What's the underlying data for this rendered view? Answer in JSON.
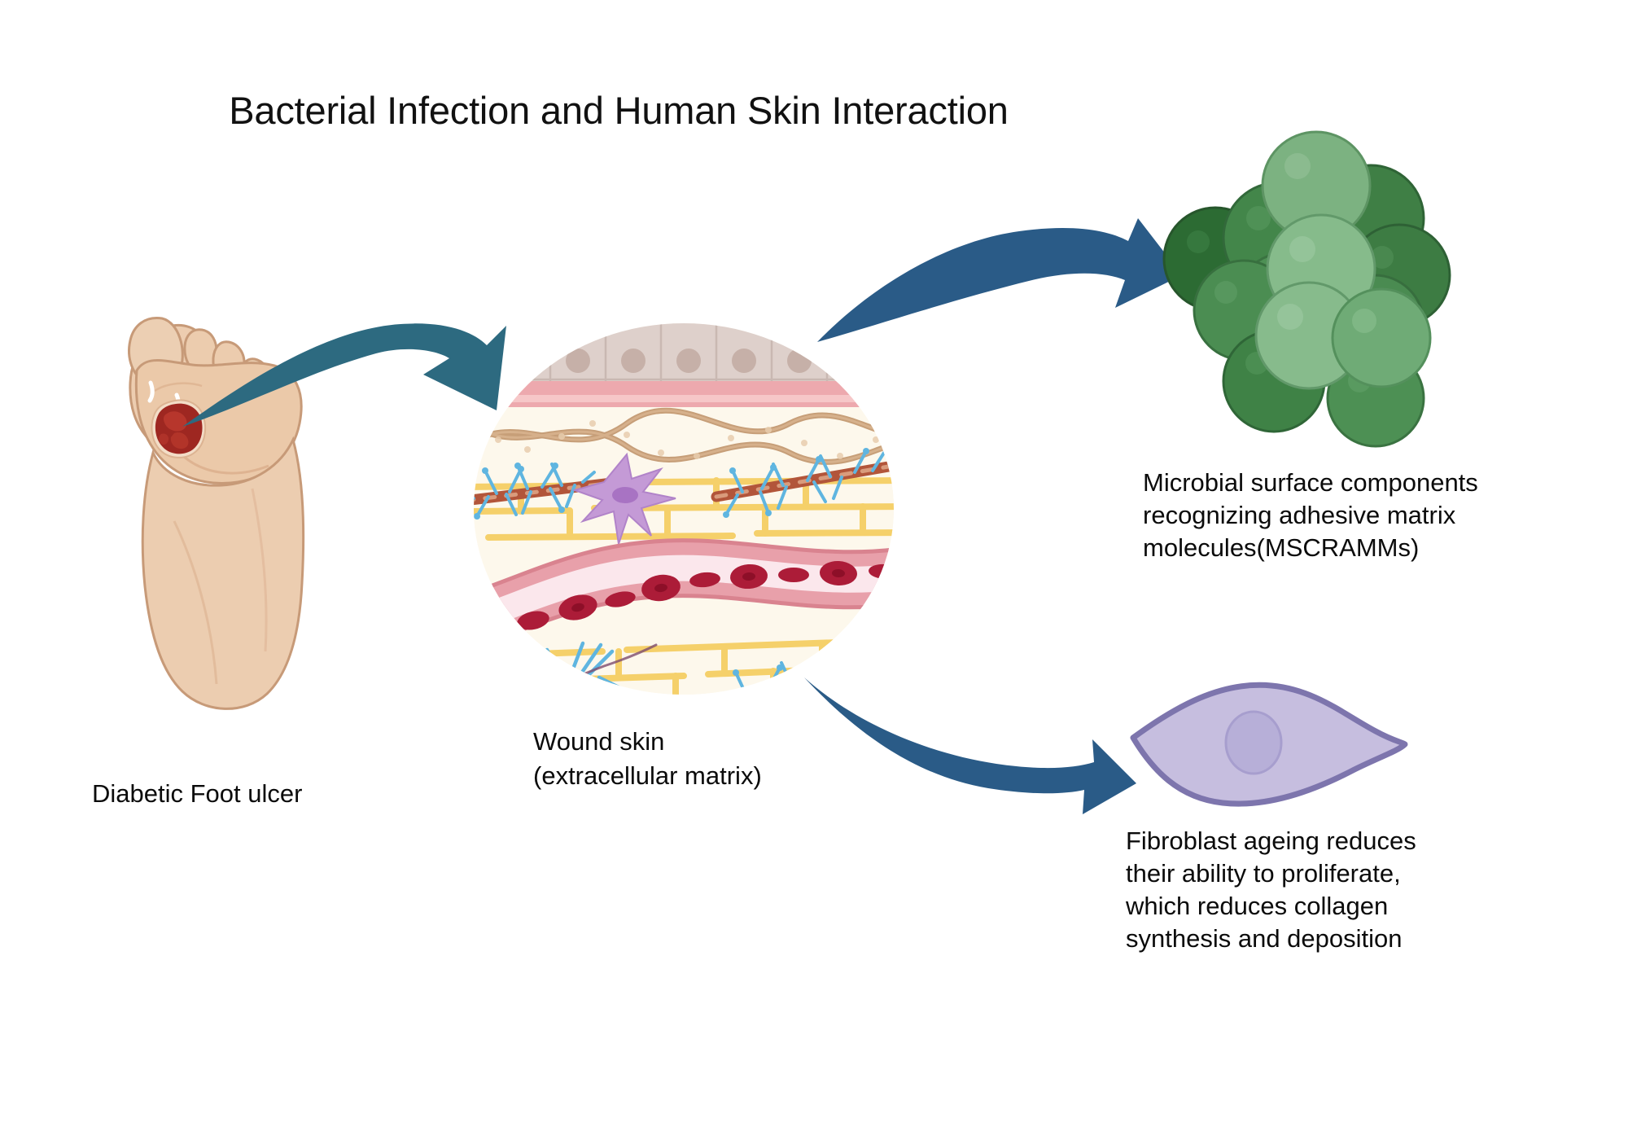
{
  "title": "Bacterial Infection and Human Skin Interaction",
  "labels": {
    "foot": "Diabetic Foot ulcer",
    "wound": "Wound skin\n(extracellular matrix)",
    "mscramm": "Microbial surface components\nrecognizing adhesive matrix\nmolecules(MSCRAMMs)",
    "fibroblast": "Fibroblast ageing reduces\ntheir ability to proliferate,\nwhich reduces collagen\nsynthesis and deposition"
  },
  "figures": {
    "foot": {
      "name": "diabetic-foot-sole",
      "skin_fill": "#edcdb0",
      "skin_shade": "#e3bd9c",
      "outline": "#c79a78",
      "ulcer_outer": "#9e2721",
      "ulcer_inner": "#bb3a2e",
      "ulcer_rim": "#f3ddc7"
    },
    "skin_circle": {
      "name": "wound-skin-cross-section",
      "background": "#fdf8ec",
      "epidermis_fill": "#ded0cb",
      "epidermis_stroke": "#c9b8b2",
      "epidermis_nucleus": "#c6b0a8",
      "basement_pink": "#eda9ae",
      "basement_pink_light": "#f6c7c8",
      "collagen_braid": "#c49a72",
      "elastin_yellow": "#f5d06a",
      "fibroblast_purple": "#c49ad6",
      "fibroblast_nucleus": "#a873c3",
      "glyco_blue": "#5fb5e0",
      "collagen_bundle": "#b2553a",
      "vessel_wall": "#e8a0aa",
      "vessel_wall_dark": "#d9838f",
      "vessel_lumen": "#fbe7ec",
      "rbc": "#ac1c38",
      "rbc_dark": "#8d0f28",
      "teal_fiber": "#1f9e8d"
    },
    "bacteria": {
      "name": "staphylococcus-cluster",
      "count": 13,
      "palette": [
        "#2c6b33",
        "#3f7f45",
        "#58975d",
        "#6aa870",
        "#86bb8b"
      ],
      "stroke": "#2a5e31",
      "highlight": "#9bcca0"
    },
    "fibroblast_cell": {
      "name": "fibroblast-cell",
      "fill": "#c6bedf",
      "stroke": "#7d75ad",
      "nucleus_fill": "#b7afd8",
      "nucleus_stroke": "#a79ece"
    }
  },
  "arrows": [
    {
      "name": "arrow-foot-to-wound",
      "from": "Diabetic Foot ulcer",
      "to": "Wound skin (extracellular matrix)",
      "color": "#2d6a80"
    },
    {
      "name": "arrow-wound-to-bacteria",
      "from": "Wound skin (extracellular matrix)",
      "to": "Microbial surface components recognizing adhesive matrix molecules(MSCRAMMs)",
      "color": "#2a5b87"
    },
    {
      "name": "arrow-wound-to-fibroblast",
      "from": "Wound skin (extracellular matrix)",
      "to": "Fibroblast ageing reduces their ability to proliferate, which reduces collagen synthesis and deposition",
      "color": "#2a5b87"
    }
  ],
  "colors": {
    "background": "#ffffff",
    "text": "#0b0b0b",
    "arrow_teal": "#2d6a80",
    "arrow_navy": "#2a5b87"
  }
}
